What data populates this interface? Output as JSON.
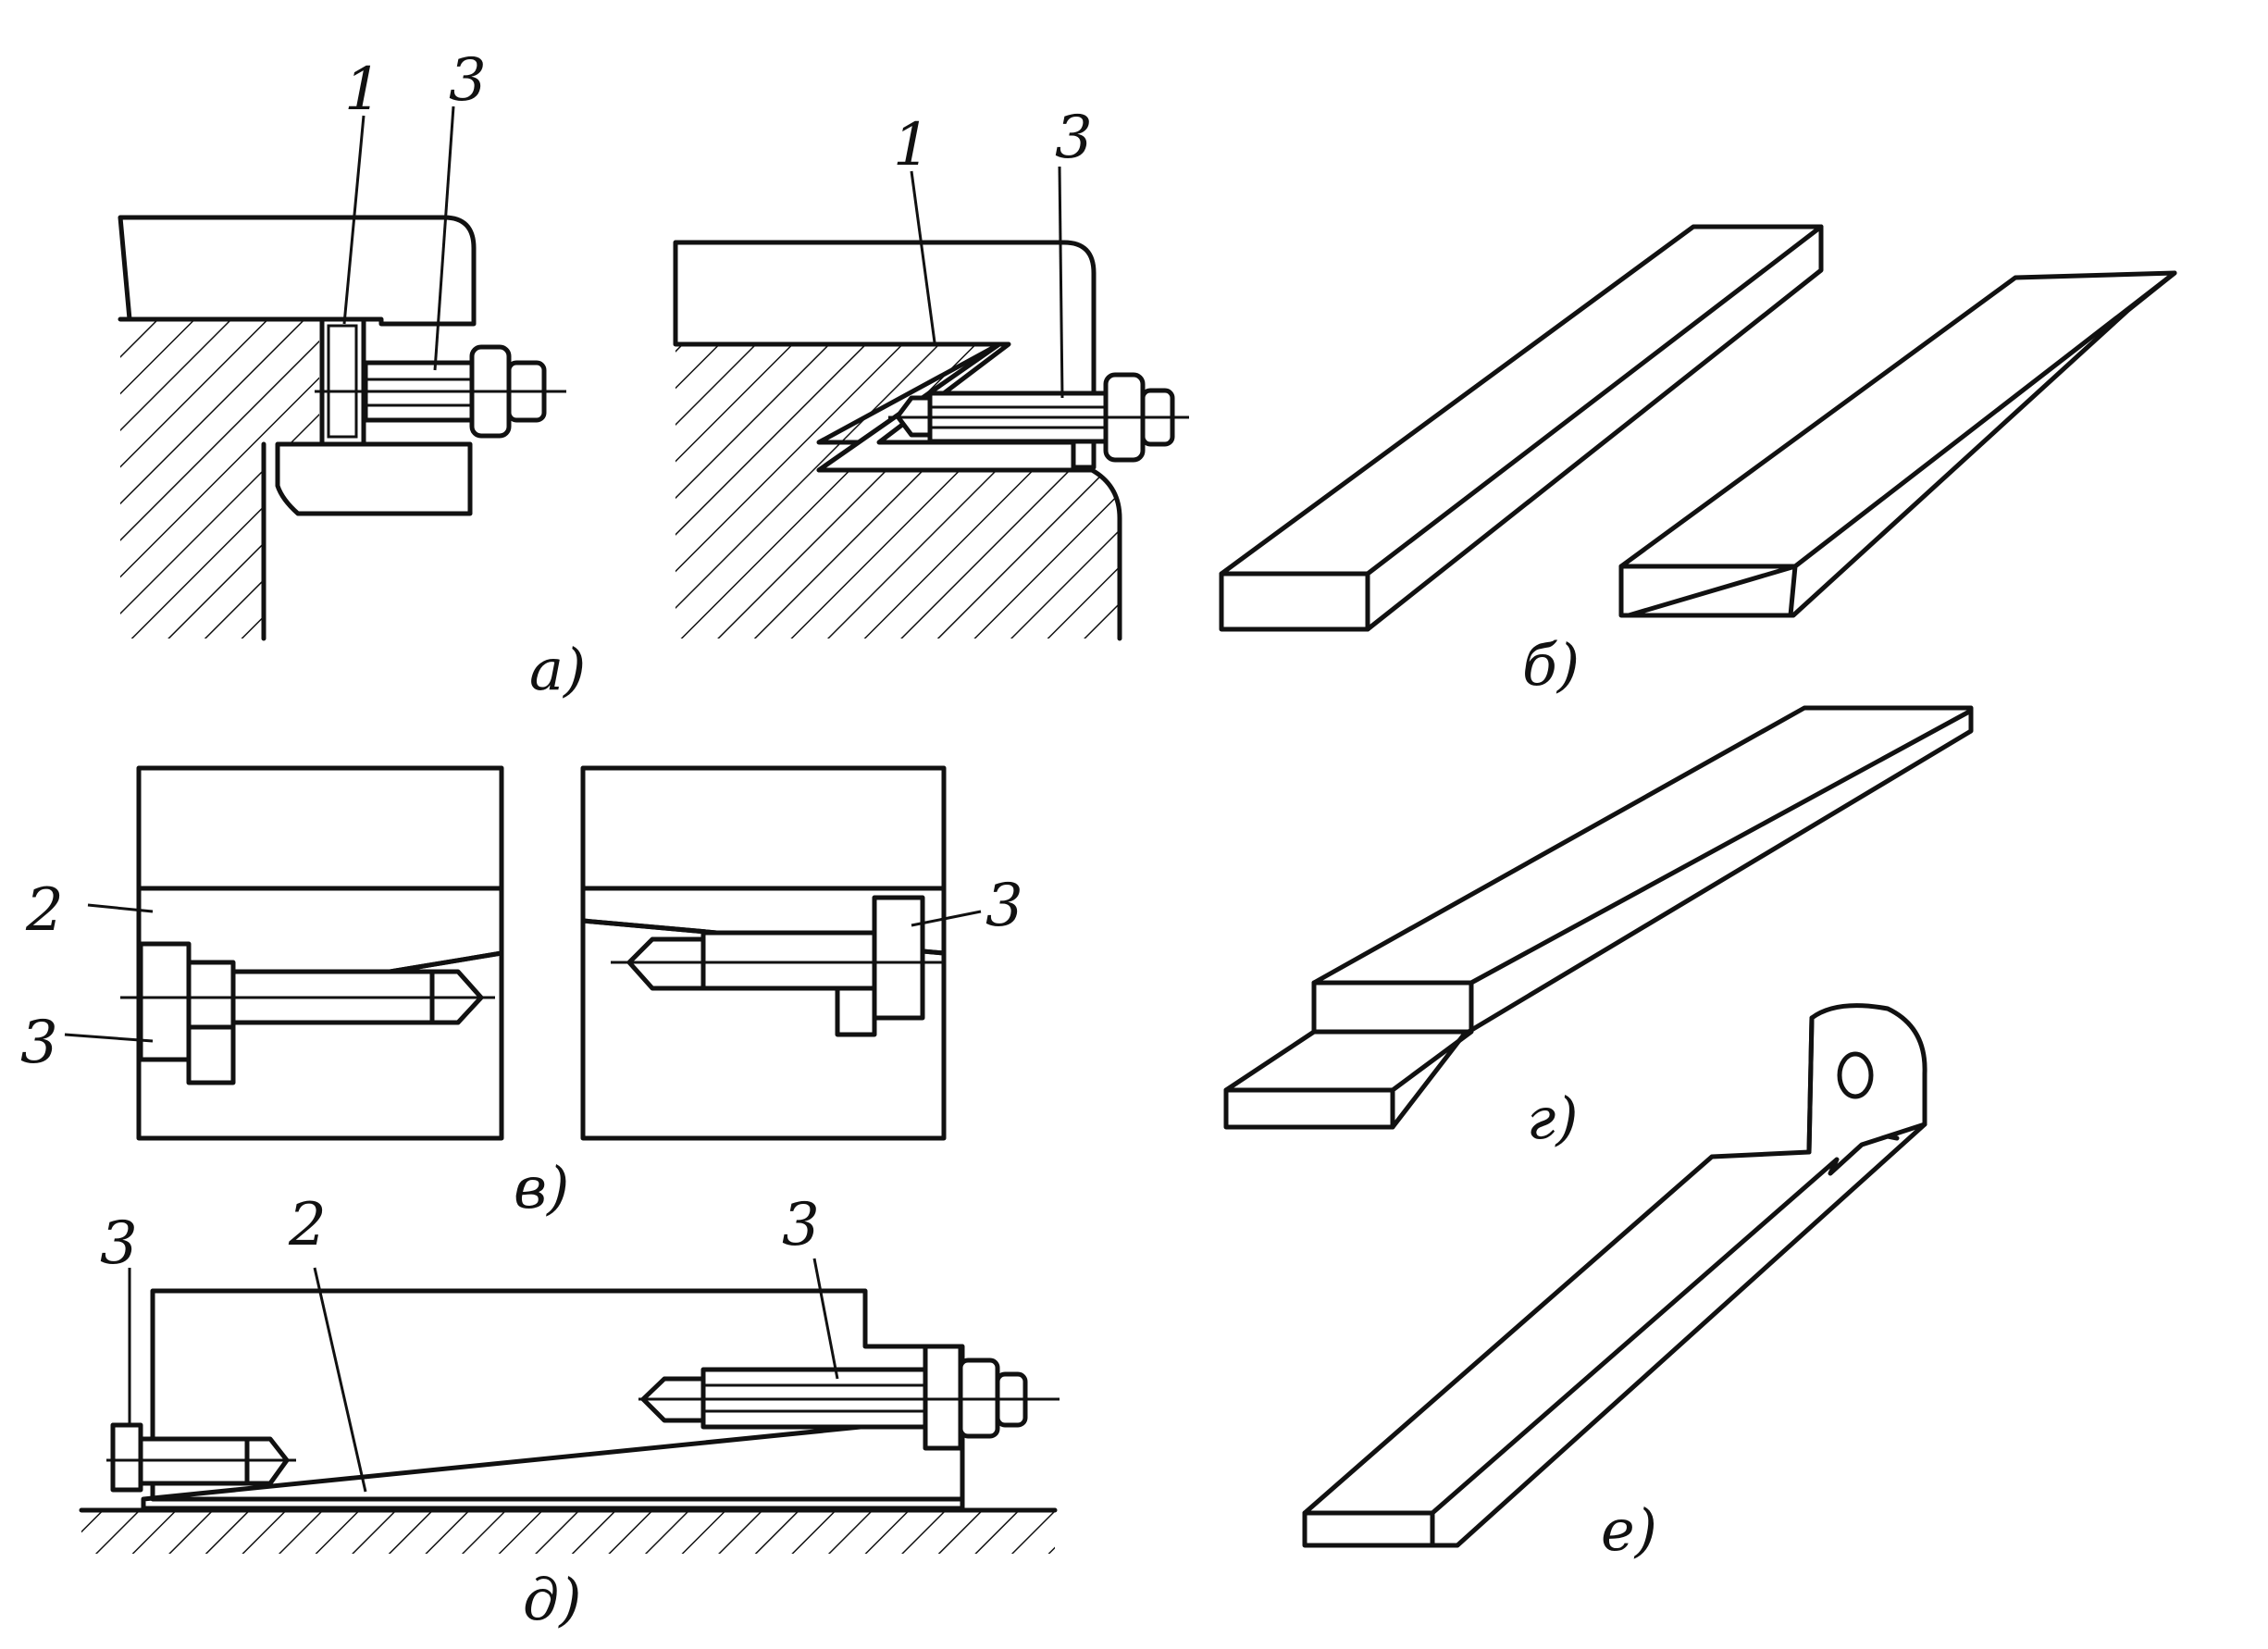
{
  "figure": {
    "panels": [
      {
        "id": "a",
        "caption": "а)"
      },
      {
        "id": "b",
        "caption": "б)"
      },
      {
        "id": "v",
        "caption": "в)"
      },
      {
        "id": "g",
        "caption": "г)"
      },
      {
        "id": "d",
        "caption": "д)"
      },
      {
        "id": "e",
        "caption": "е)"
      }
    ],
    "callouts": {
      "a_left_1": "1",
      "a_left_3": "3",
      "a_right_1": "1",
      "a_right_3": "3",
      "v_left_2": "2",
      "v_left_3": "3",
      "v_right_3": "3",
      "d_left_3": "3",
      "d_2": "2",
      "d_right_3": "3"
    }
  }
}
